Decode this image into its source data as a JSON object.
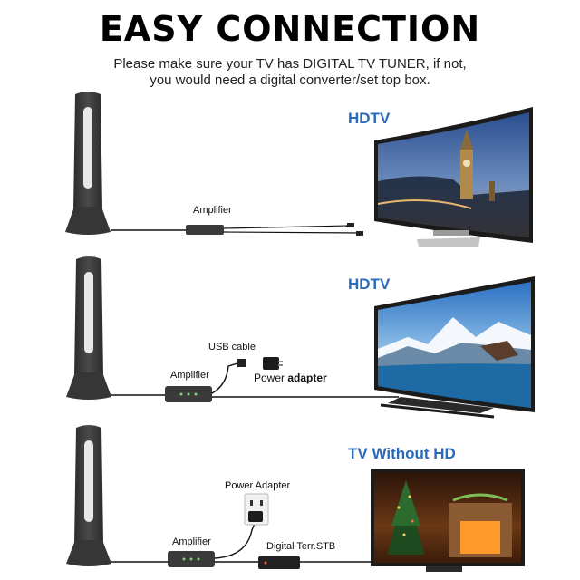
{
  "header": {
    "title": "EASY CONNECTION",
    "subtitle_line1": "Please make sure your TV has DIGITAL TV TUNER, if not,",
    "subtitle_line2": "you would need a digital converter/set top box."
  },
  "row1": {
    "tv_label": "HDTV",
    "amp_label": "Amplifier"
  },
  "row2": {
    "tv_label": "HDTV",
    "usb_label": "USB cable",
    "amp_label": "Amplifier",
    "power_label_a": "Power ",
    "power_label_b": "adapter"
  },
  "row3": {
    "tv_label": "TV Without HD",
    "power_label": "Power Adapter",
    "amp_label": "Amplifier",
    "stb_label": "Digital Terr.STB"
  },
  "colors": {
    "accent": "#2a6ab8",
    "device": "#3a3a3a"
  }
}
